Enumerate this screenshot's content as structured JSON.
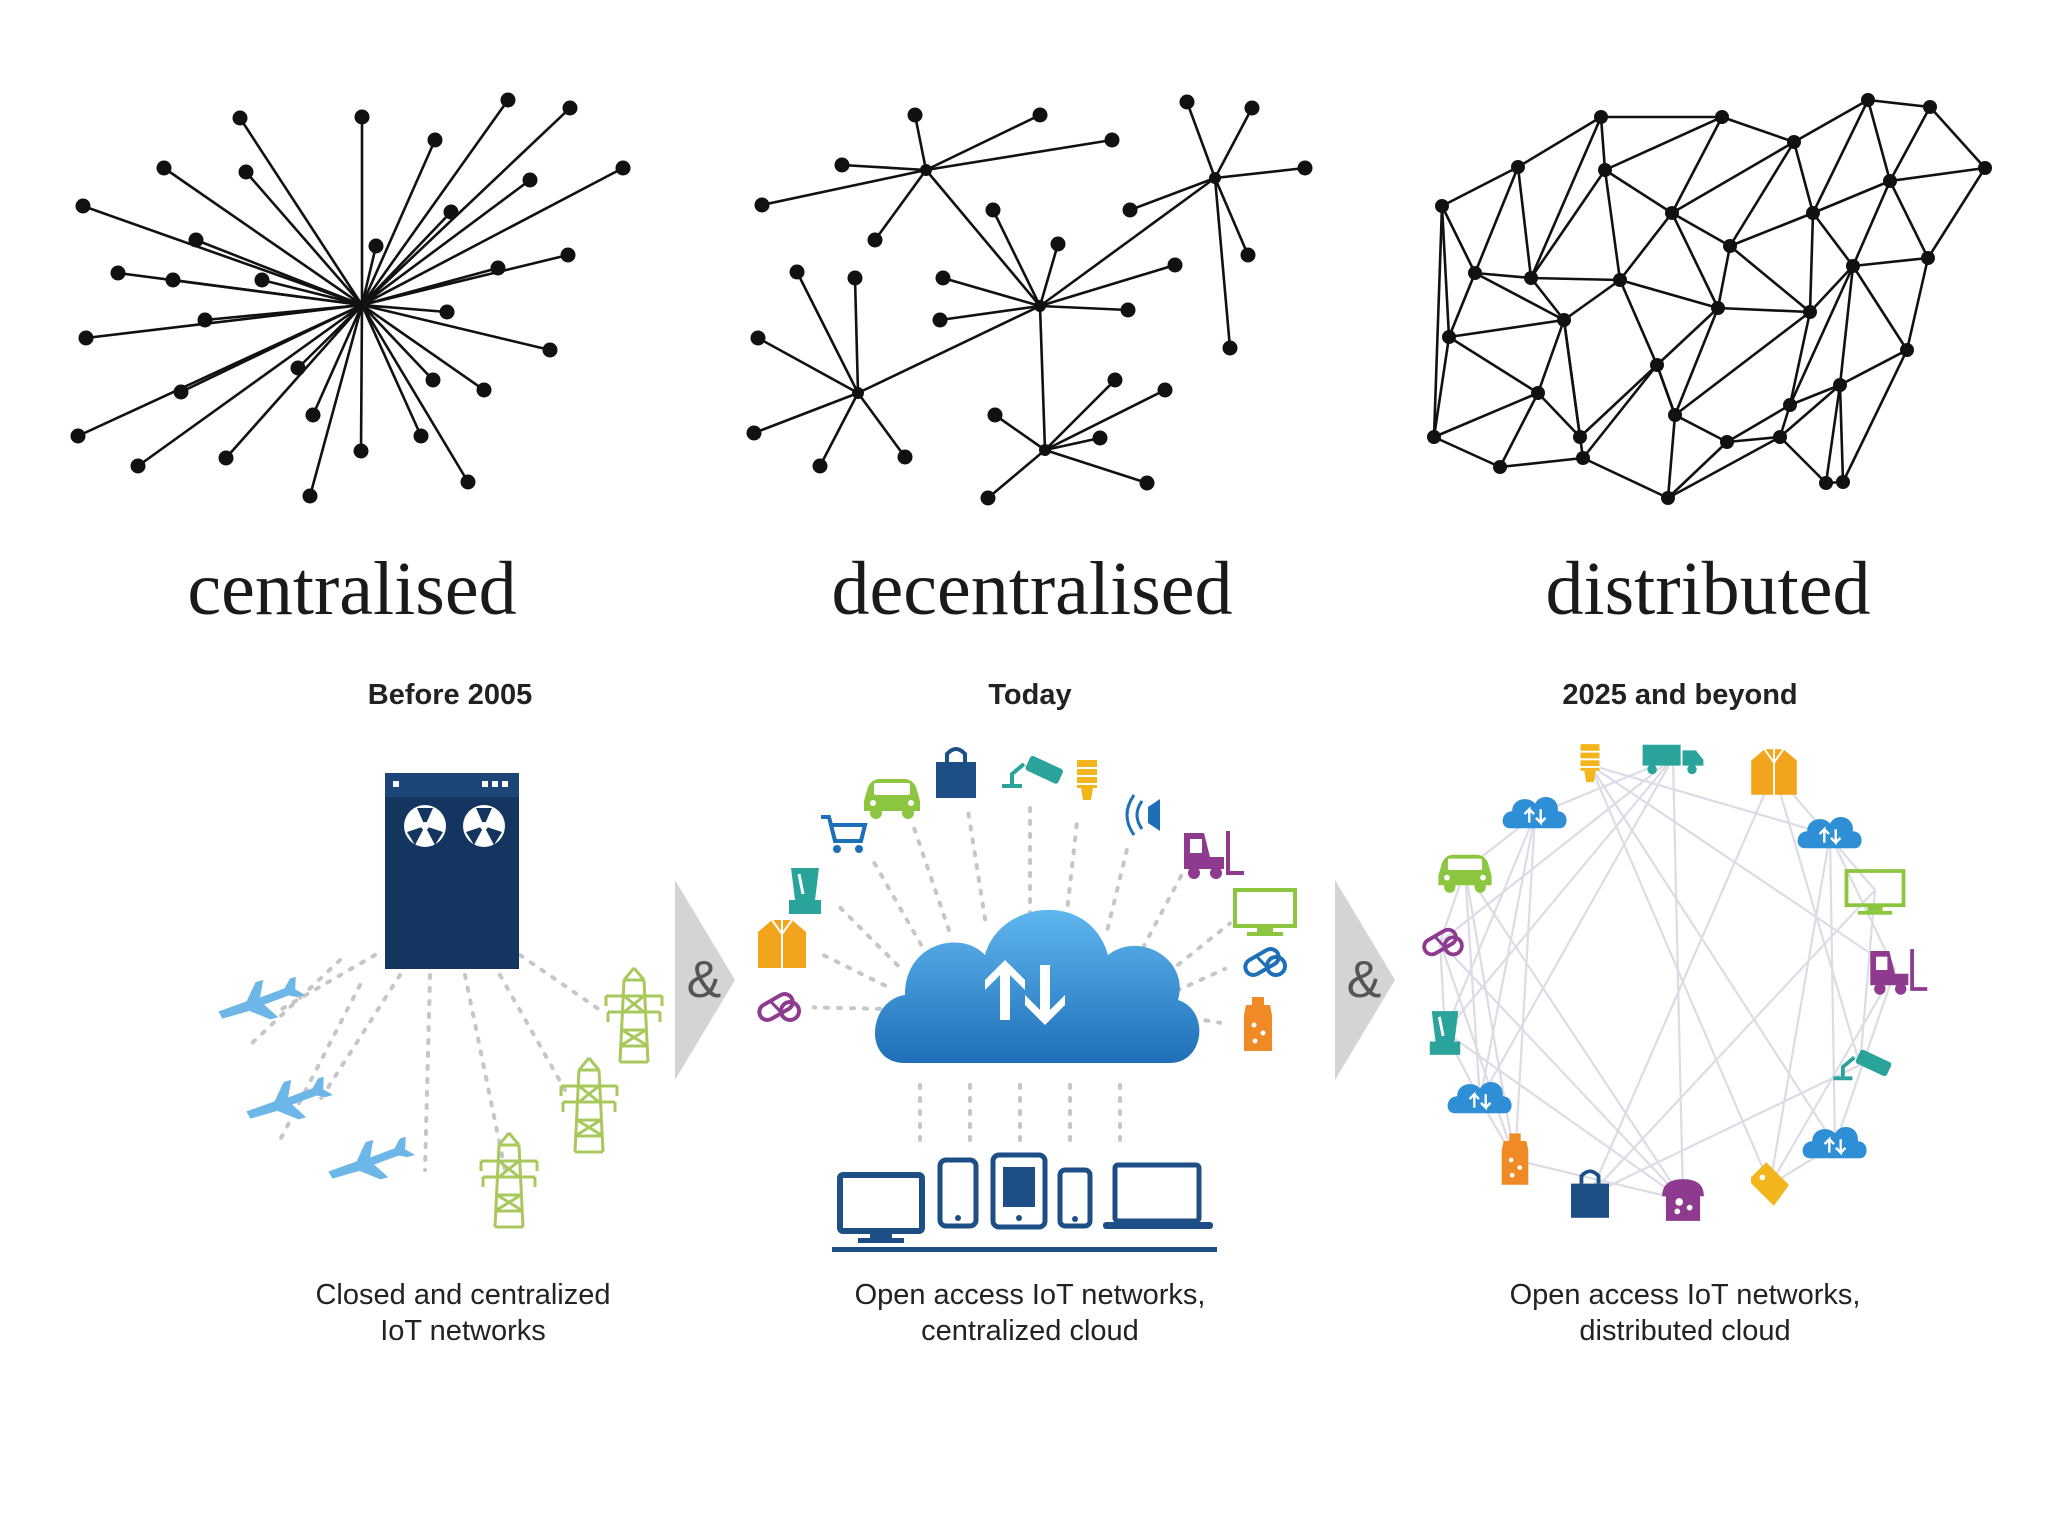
{
  "network_labels": {
    "centralised": "centralised",
    "decentralised": "decentralised",
    "distributed": "distributed"
  },
  "eras": [
    {
      "heading": "Before 2005",
      "caption_line1": "Closed and centralized",
      "caption_line2": "IoT networks"
    },
    {
      "heading": "Today",
      "caption_line1": "Open access IoT networks,",
      "caption_line2": "centralized cloud"
    },
    {
      "heading": "2025 and beyond",
      "caption_line1": "Open access IoT networks,",
      "caption_line2": "distributed cloud"
    }
  ],
  "connector_symbol": "&",
  "colors": {
    "node_black": "#111111",
    "server_navy": "#13355f",
    "cloud_blue": "#2f8fd6",
    "plane_blue": "#6db6e8",
    "pylon_green": "#a8c85c",
    "device_navy": "#1d4f86",
    "arrow_grey": "#d4d4d4",
    "icon_green": "#8cc640",
    "icon_purple": "#8e3b8f",
    "icon_orange": "#f08a24",
    "icon_yellow": "#f2b51c",
    "icon_teal": "#2aa39a"
  },
  "icons": {
    "today": [
      "car-icon",
      "shopping-bag-icon",
      "security-camera-icon",
      "light-bulb-icon",
      "shopping-cart-icon",
      "speaker-icon",
      "forklift-icon",
      "blender-icon",
      "monitor-icon",
      "jacket-icon",
      "pill-icon",
      "pill-icon",
      "bottle-icon"
    ],
    "future": [
      "light-bulb-icon",
      "truck-icon",
      "jacket-icon",
      "cloud-icon",
      "car-icon",
      "monitor-icon",
      "pill-icon",
      "forklift-icon",
      "blender-icon",
      "security-camera-icon",
      "cloud-icon",
      "bottle-icon",
      "shopping-bag-icon",
      "bread-icon",
      "tag-icon"
    ]
  }
}
